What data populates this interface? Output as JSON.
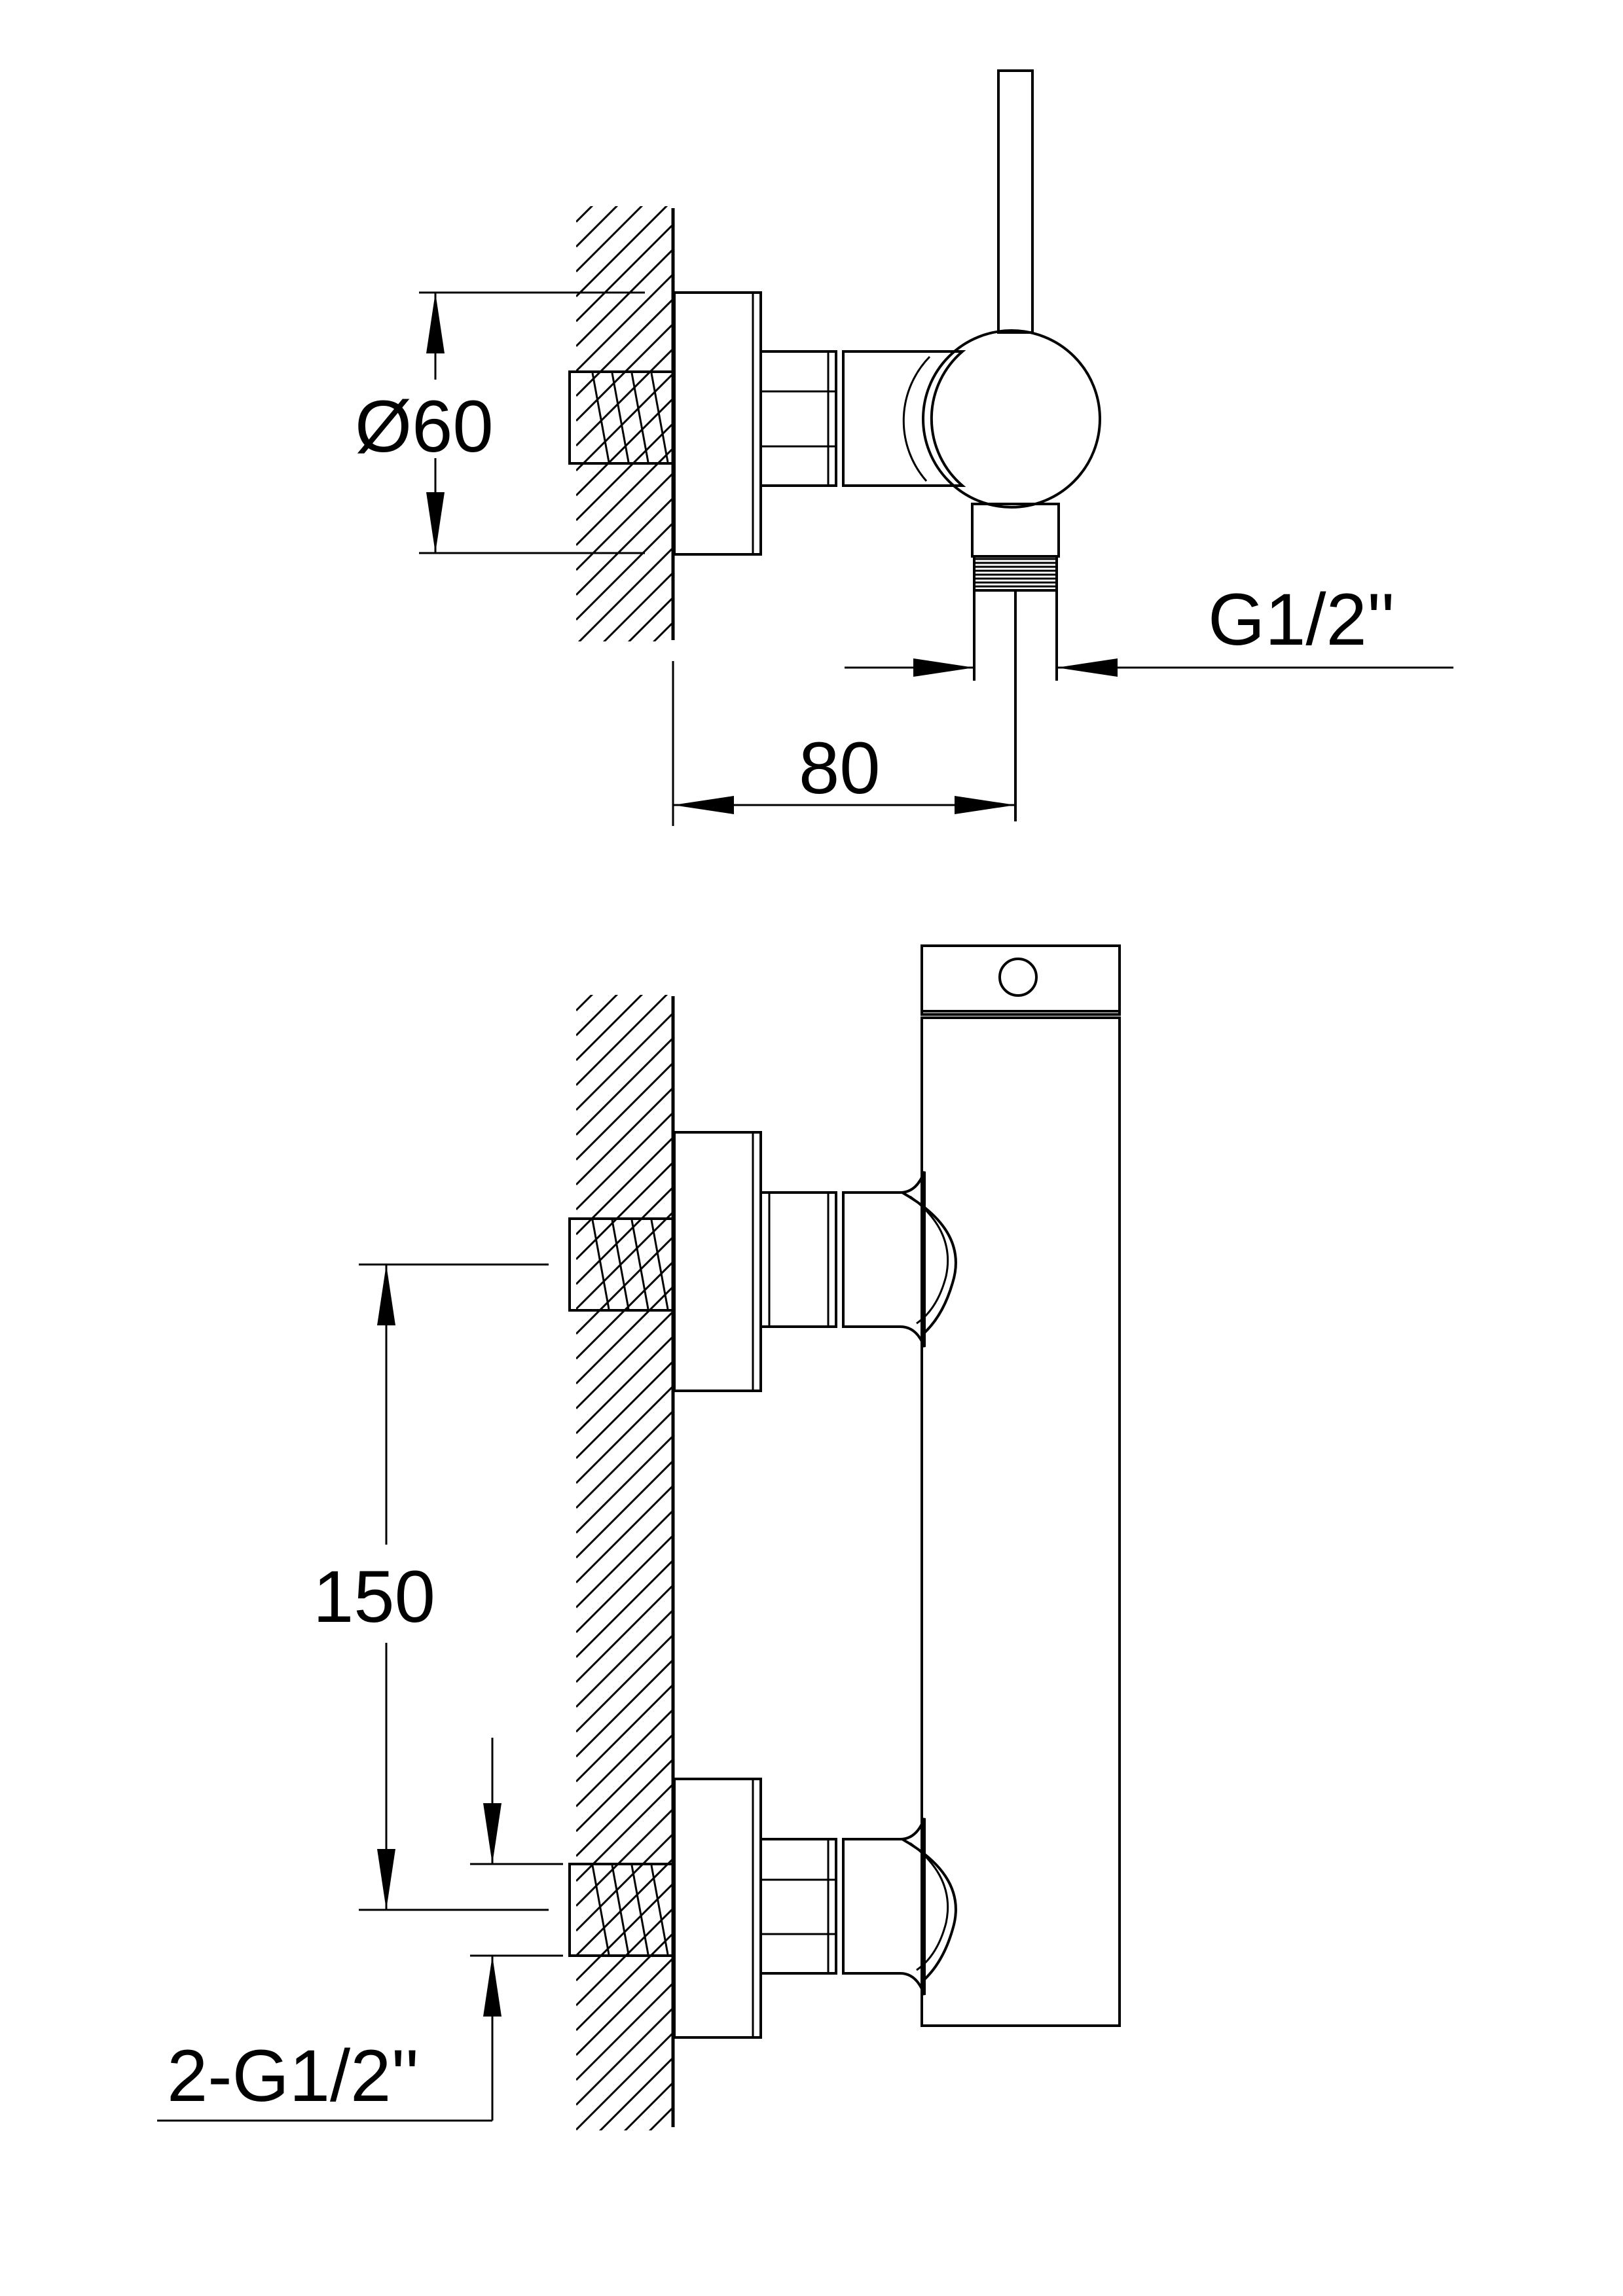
{
  "dimensions": {
    "diameter": "Ø60",
    "depth": "80",
    "outlet_thread": "G1/2''",
    "inlet_spacing": "150",
    "inlet_thread": "2-G1/2''"
  }
}
